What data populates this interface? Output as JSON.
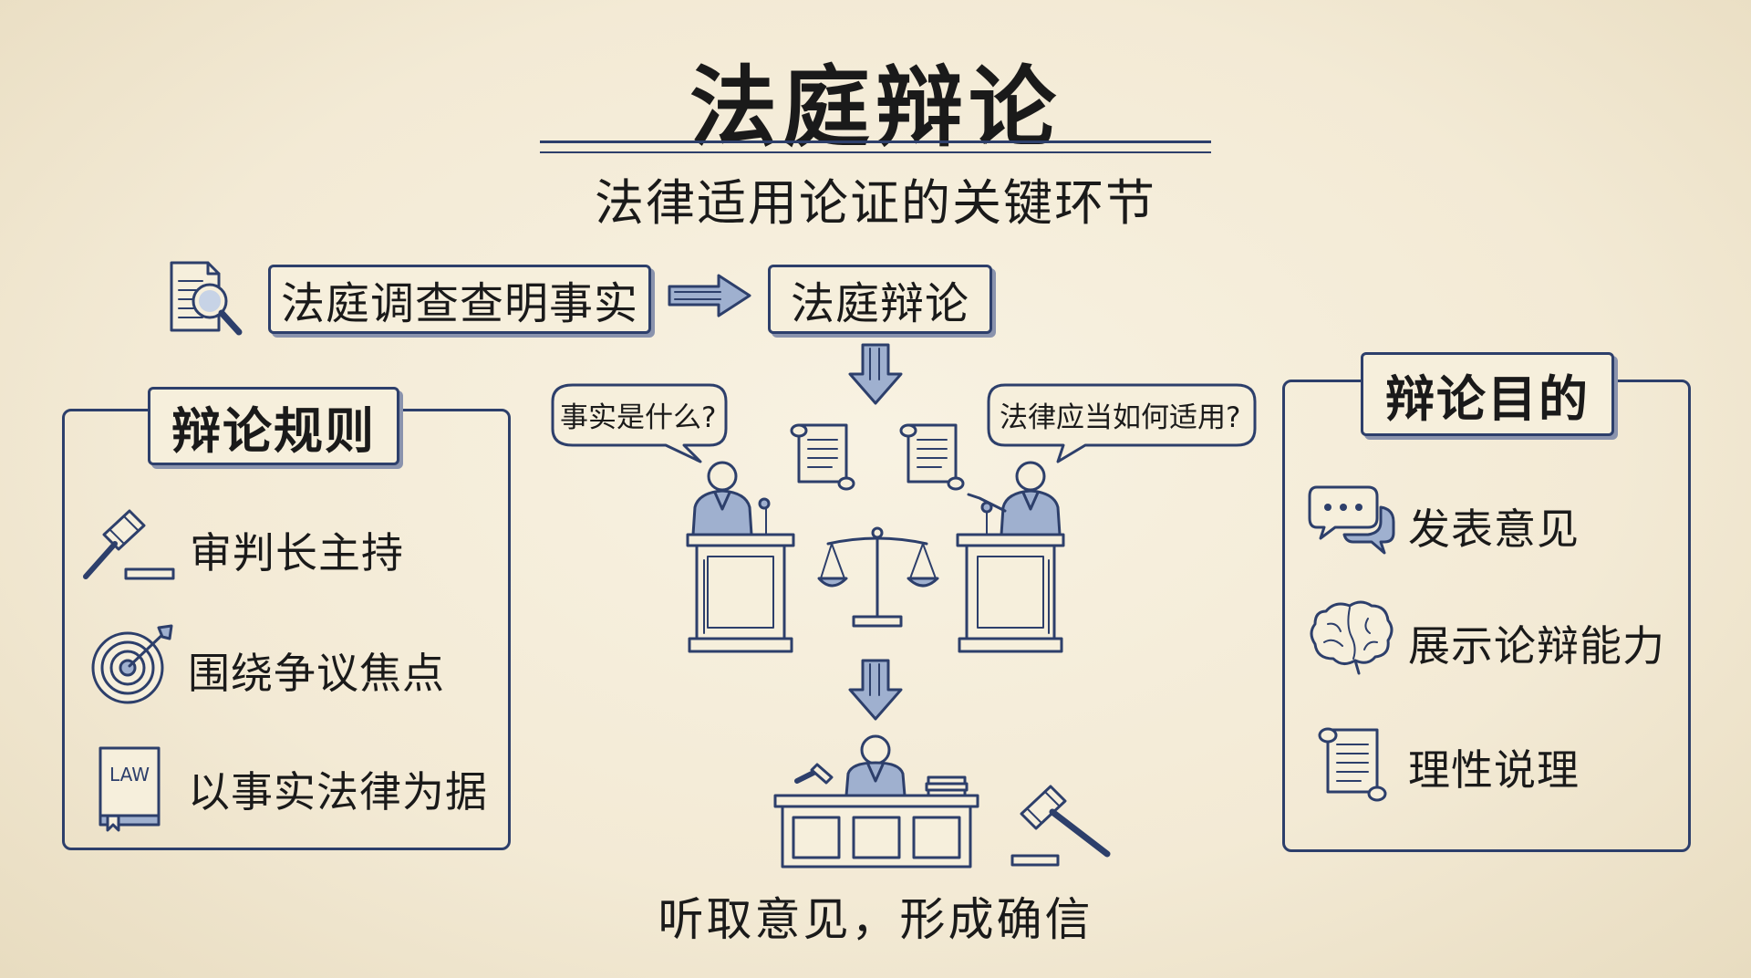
{
  "title": "法庭辩论",
  "subtitle": "法律适用论证的关键环节",
  "flow": {
    "step1": "法庭调查查明事实",
    "step2": "法庭辩论"
  },
  "speech": {
    "left": "事实是什么?",
    "right": "法律应当如何适用?"
  },
  "rules_panel": {
    "title": "辩论规则",
    "items": [
      {
        "icon": "gavel-icon",
        "label": "审判长主持"
      },
      {
        "icon": "target-icon",
        "label": "围绕争议焦点"
      },
      {
        "icon": "law-book-icon",
        "label": "以事实法律为据",
        "icon_text": "LAW"
      }
    ]
  },
  "purpose_panel": {
    "title": "辩论目的",
    "items": [
      {
        "icon": "speech-bubbles-icon",
        "label": "发表意见"
      },
      {
        "icon": "brain-icon",
        "label": "展示论辩能力"
      },
      {
        "icon": "scroll-icon",
        "label": "理性说理"
      }
    ]
  },
  "conclusion": "听取意见，形成确信",
  "colors": {
    "ink": "#2d3f6b",
    "paper": "#f4ecd9",
    "text": "#1a1a1a"
  }
}
